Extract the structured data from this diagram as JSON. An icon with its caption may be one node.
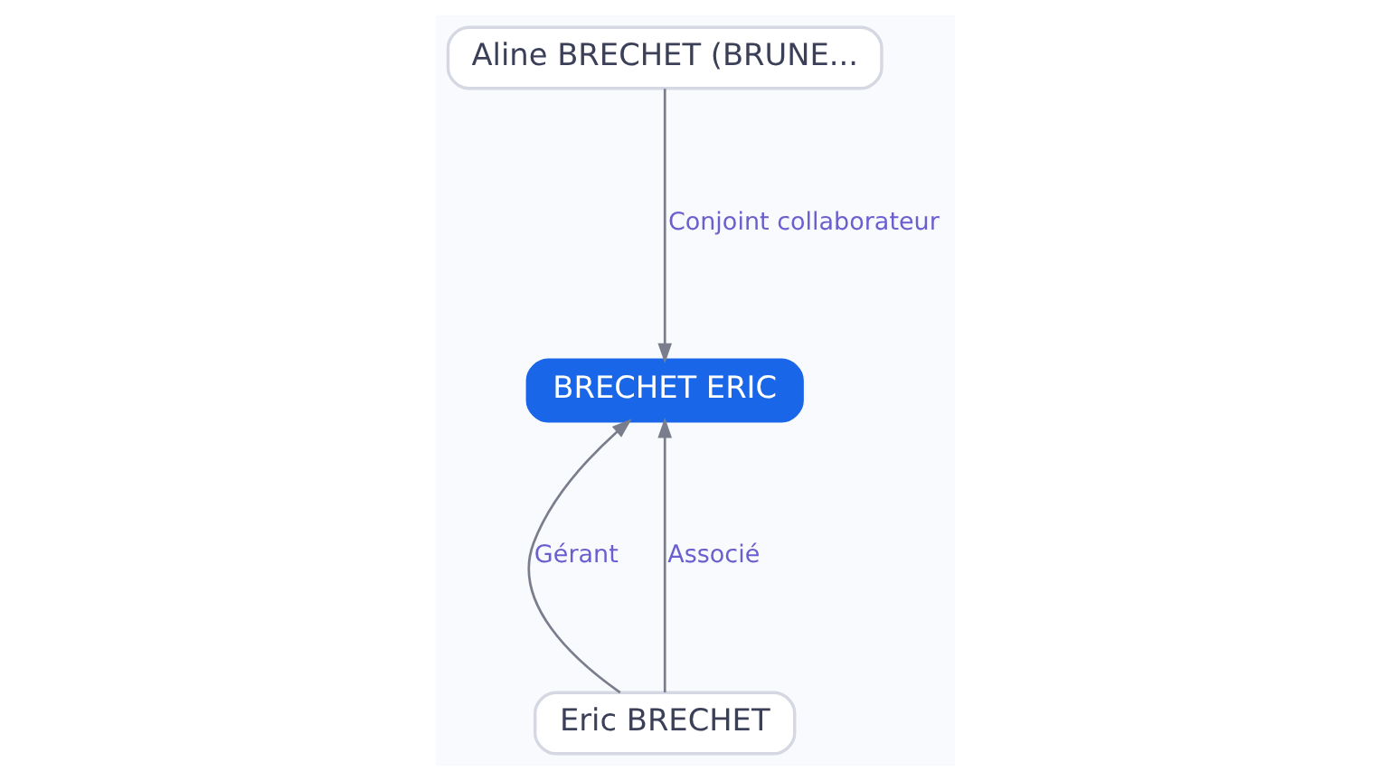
{
  "diagram": {
    "nodes": [
      {
        "text": [
          "Aline BRECHET (BRUNE..."
        ]
      },
      {
        "text": [
          "BRECHET ERIC"
        ]
      },
      {
        "text": [
          "Eric BRECHET"
        ]
      }
    ],
    "edges": [
      {
        "from": 0,
        "to": 1,
        "arrow": "to",
        "label": "Conjoint collaborateur"
      },
      {
        "from": 2,
        "to": 1,
        "arrow": "to",
        "label": "Gérant"
      },
      {
        "from": 2,
        "to": 1,
        "arrow": "to",
        "label": "Associé"
      }
    ]
  }
}
